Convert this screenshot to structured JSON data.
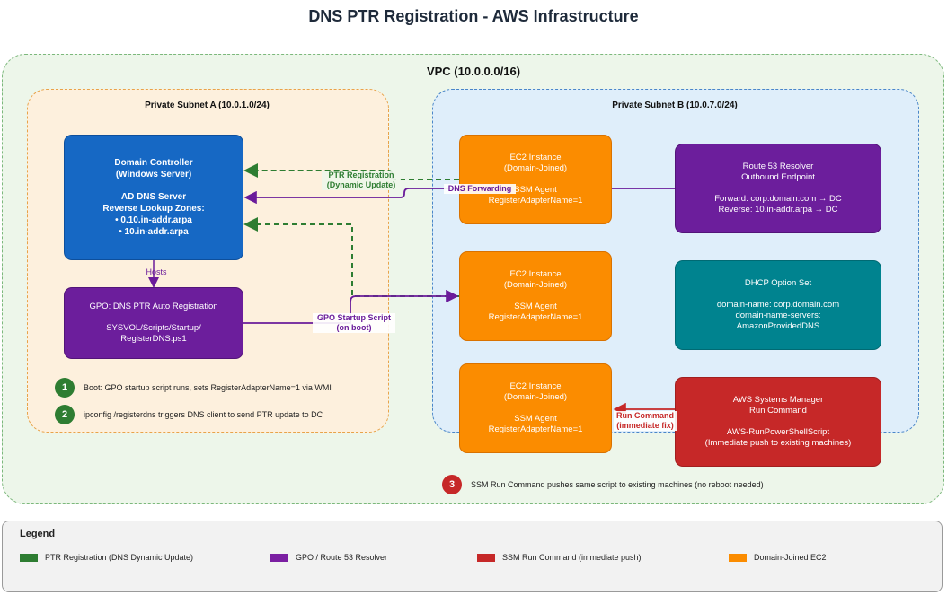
{
  "title": "DNS PTR Registration - AWS Infrastructure",
  "vpc": {
    "label": "VPC (10.0.0.0/16)"
  },
  "subnet_a": {
    "label": "Private Subnet A (10.0.1.0/24)"
  },
  "subnet_b": {
    "label": "Private Subnet B (10.0.7.0/24)"
  },
  "domain_controller": {
    "line1": "Domain Controller",
    "line2": "(Windows Server)",
    "line3": "AD DNS Server",
    "line4": "Reverse Lookup Zones:",
    "line5": "• 0.10.in-addr.arpa",
    "line6": "• 10.in-addr.arpa"
  },
  "gpo": {
    "line1": "GPO: DNS PTR Auto Registration",
    "line2": "SYSVOL/Scripts/Startup/",
    "line3": "RegisterDNS.ps1"
  },
  "ec2": [
    {
      "line1": "EC2 Instance",
      "line2": "(Domain-Joined)",
      "line3": "SSM Agent",
      "line4": "RegisterAdapterName=1"
    },
    {
      "line1": "EC2 Instance",
      "line2": "(Domain-Joined)",
      "line3": "SSM Agent",
      "line4": "RegisterAdapterName=1"
    },
    {
      "line1": "EC2 Instance",
      "line2": "(Domain-Joined)",
      "line3": "SSM Agent",
      "line4": "RegisterAdapterName=1"
    }
  ],
  "route53": {
    "line1": "Route 53 Resolver",
    "line2": "Outbound Endpoint",
    "line3": "Forward: corp.domain.com → DC",
    "line4": "Reverse: 10.in-addr.arpa → DC"
  },
  "dhcp": {
    "line1": "DHCP Option Set",
    "line2": "domain-name: corp.domain.com",
    "line3": "domain-name-servers:",
    "line4": "AmazonProvidedDNS"
  },
  "ssm": {
    "line1": "AWS Systems Manager",
    "line2": "Run Command",
    "line3": "AWS-RunPowerShellScript",
    "line4": "(Immediate push to existing machines)"
  },
  "edges": {
    "hosts": "Hosts",
    "ptr_registration_1": "PTR Registration",
    "ptr_registration_2": "(Dynamic Update)",
    "dns_forwarding": "DNS Forwarding",
    "gpo_startup_1": "GPO Startup Script",
    "gpo_startup_2": "(on boot)",
    "run_command_1": "Run Command",
    "run_command_2": "(immediate fix)"
  },
  "steps": [
    {
      "num": "1",
      "text": "Boot: GPO startup script runs, sets RegisterAdapterName=1 via WMI",
      "color": "#2e7d32"
    },
    {
      "num": "2",
      "text": "ipconfig /registerdns triggers DNS client to send PTR update to DC",
      "color": "#2e7d32"
    },
    {
      "num": "3",
      "text": "SSM Run Command pushes same script to existing machines (no reboot needed)",
      "color": "#c62828"
    }
  ],
  "legend": {
    "title": "Legend",
    "items": [
      {
        "label": "PTR Registration (DNS Dynamic Update)",
        "color": "#2e7d32"
      },
      {
        "label": "GPO / Route 53 Resolver",
        "color": "#7b1fa2"
      },
      {
        "label": "SSM Run Command (immediate push)",
        "color": "#c62828"
      },
      {
        "label": "Domain-Joined EC2",
        "color": "#fb8c00"
      }
    ]
  },
  "colors": {
    "ptr": "#2e7d32",
    "gpo": "#6a1b9a",
    "ssm": "#c62828",
    "ec2": "#fb8c00",
    "dc": "#1668c4",
    "dhcp": "#00838f"
  }
}
